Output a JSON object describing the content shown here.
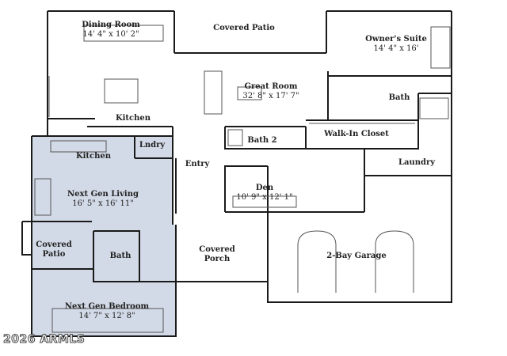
{
  "rooms": {
    "dining": {
      "name": "Dining Room",
      "dims": "14' 4\" x 10' 2\""
    },
    "covered_patio_top": {
      "name": "Covered Patio"
    },
    "owners_suite": {
      "name": "Owner's Suite",
      "dims": "14' 4\" x 16'"
    },
    "great_room": {
      "name": "Great Room",
      "dims": "32' 8\" x 17' 7\""
    },
    "bath_owner": {
      "name": "Bath"
    },
    "kitchen_main": {
      "name": "Kitchen"
    },
    "bath2": {
      "name": "Bath 2"
    },
    "walk_in": {
      "name": "Walk-In Closet"
    },
    "lndry": {
      "name": "Lndry"
    },
    "kitchen_ng": {
      "name": "Kitchen"
    },
    "entry": {
      "name": "Entry"
    },
    "laundry": {
      "name": "Laundry"
    },
    "ng_living": {
      "name": "Next Gen Living",
      "dims": "16' 5\" x 16' 11\""
    },
    "den": {
      "name": "Den",
      "dims": "10' 9\" x 12' 1\""
    },
    "covered_patio_left": {
      "name": "Covered\nPatio"
    },
    "covered_porch": {
      "name": "Covered\nPorch"
    },
    "bath_ng": {
      "name": "Bath"
    },
    "garage": {
      "name": "2-Bay Garage"
    },
    "ng_bedroom": {
      "name": "Next Gen Bedroom",
      "dims": "14' 7\" x 12' 8\""
    }
  },
  "copyright": "2026 ARMLS",
  "colors": {
    "nextgen_fill": "#d3dae7",
    "wall": "#1a1a1a",
    "background": "#ffffff"
  }
}
